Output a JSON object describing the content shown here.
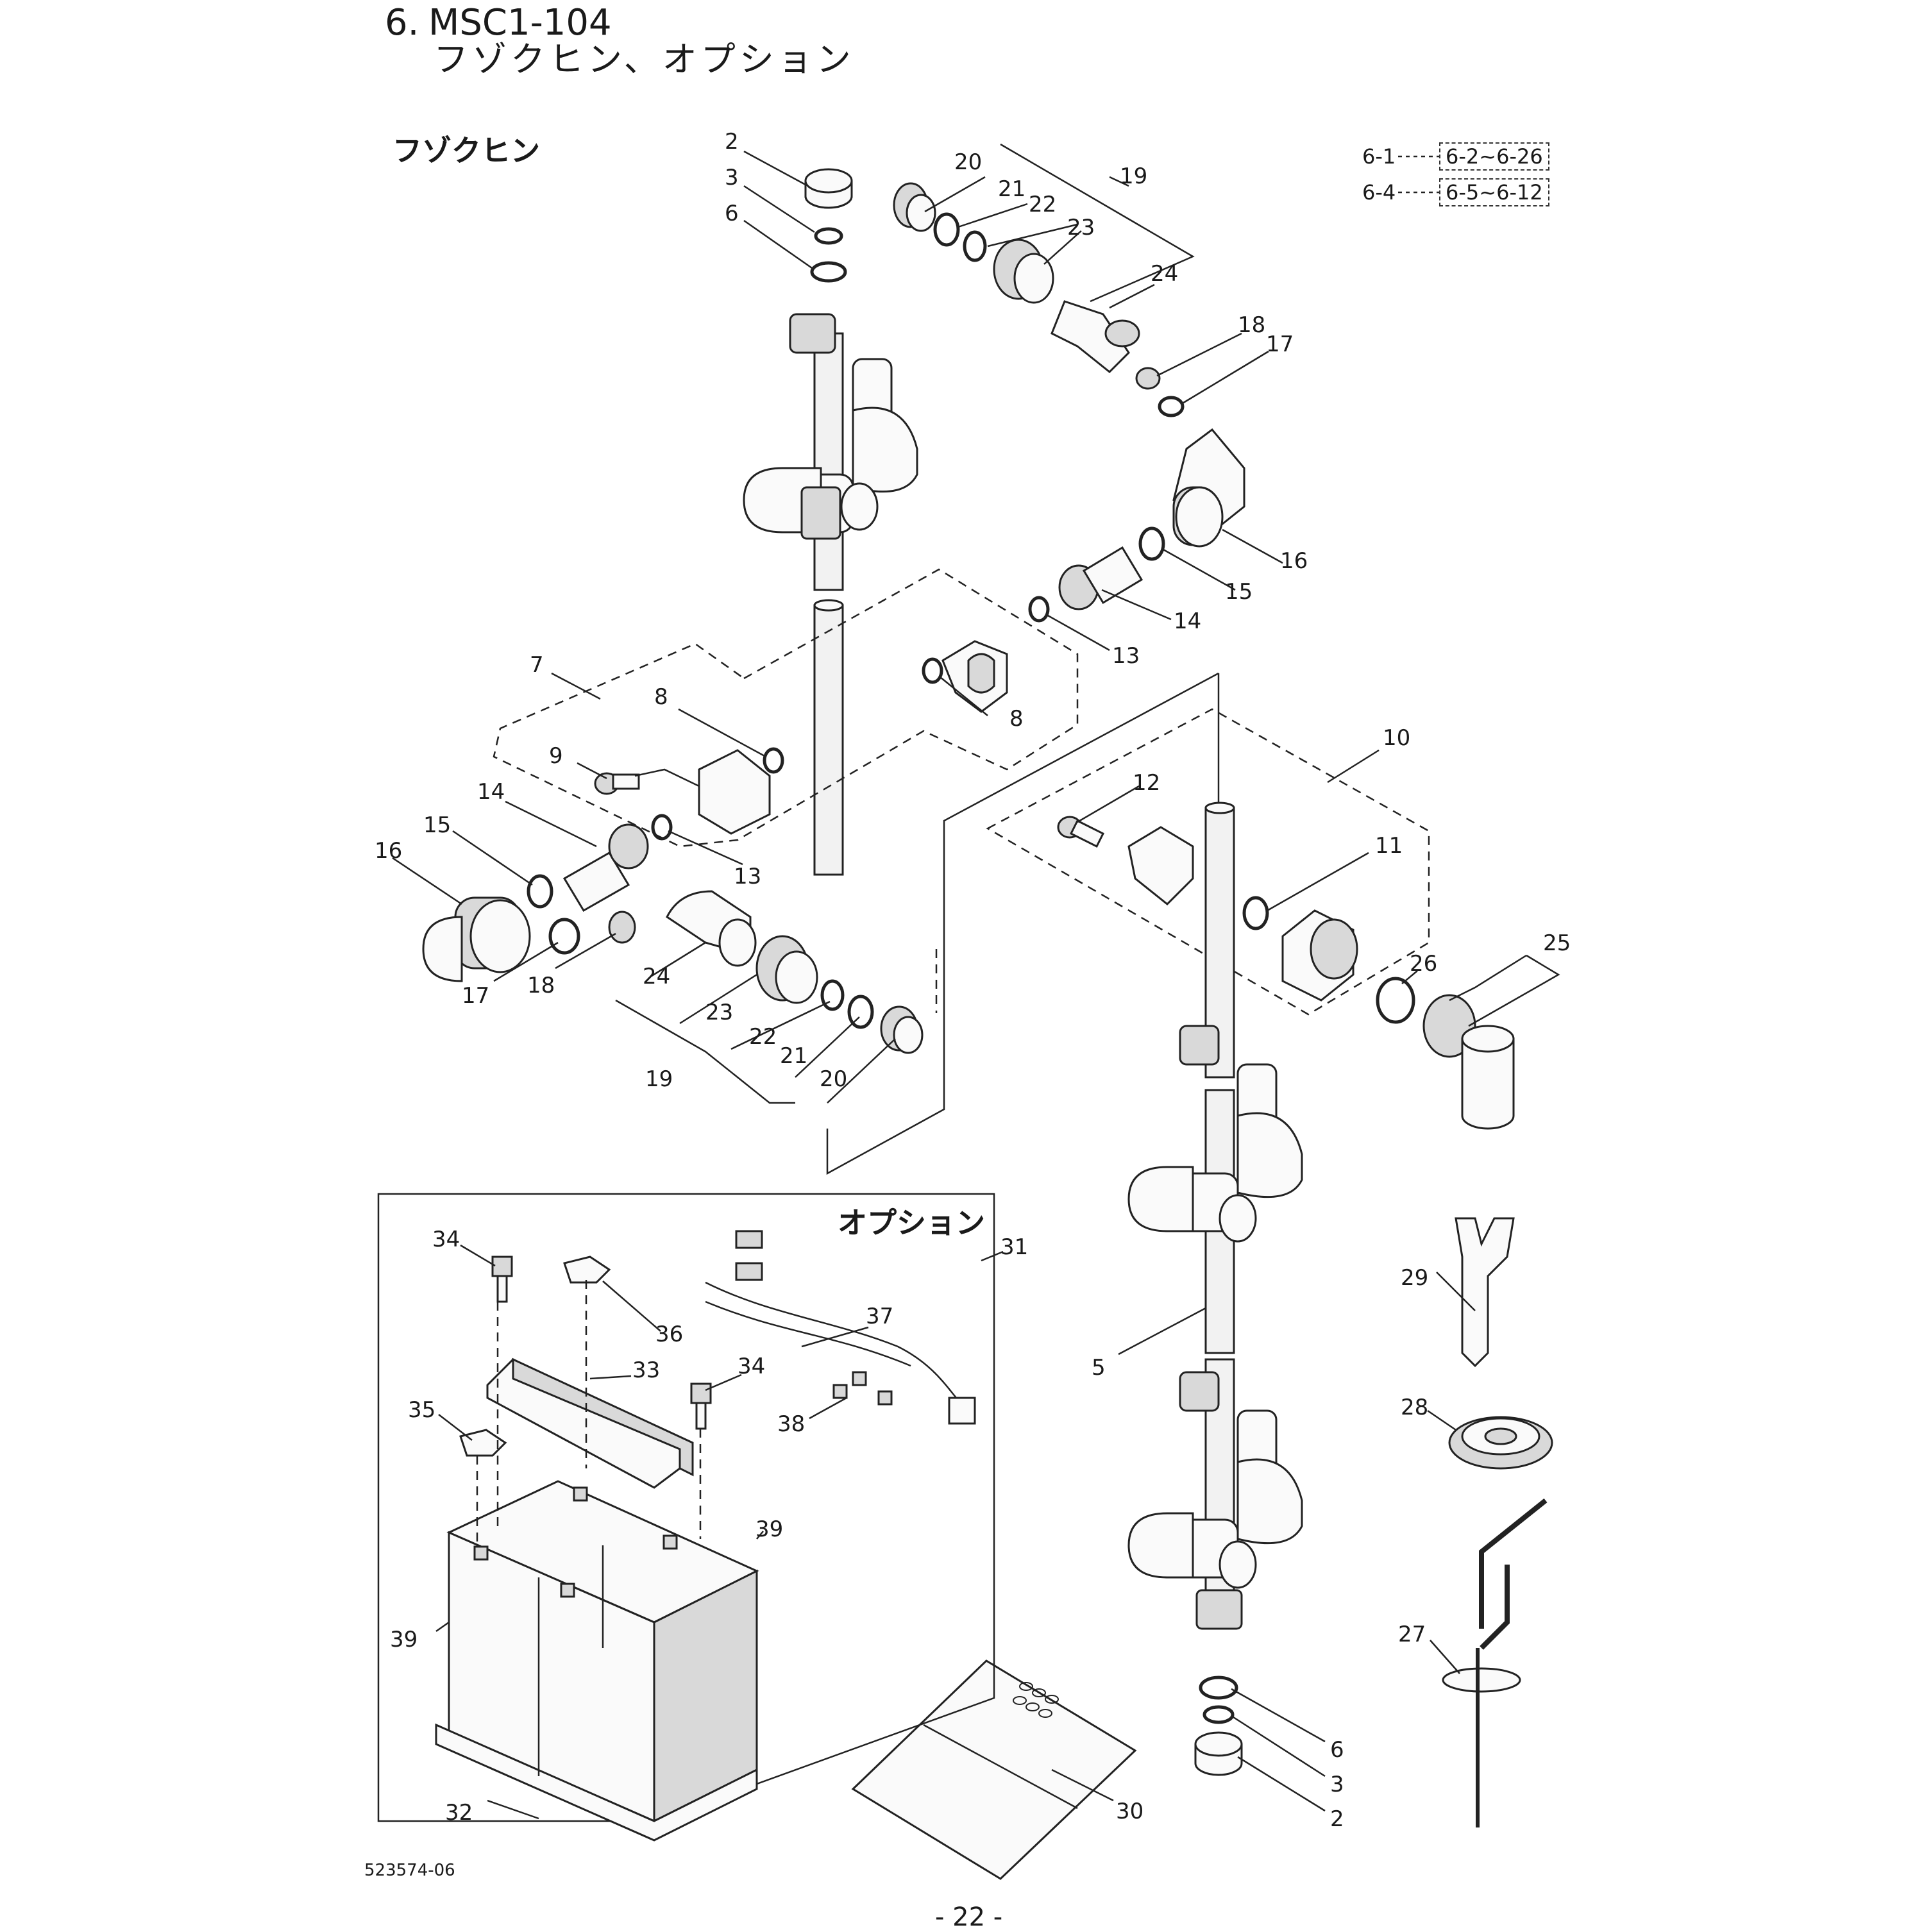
{
  "header": {
    "number": "6.",
    "model": "MSC1-104",
    "subtitle": "フゾクヒン、オプション"
  },
  "sections": {
    "accessories": "フゾクヒン",
    "options": "オプション"
  },
  "cross_refs": [
    {
      "from": "6-1",
      "to": "6-2~6-26"
    },
    {
      "from": "6-4",
      "to": "6-5~6-12"
    }
  ],
  "labels": {
    "n2a": "2",
    "n3a": "3",
    "n6a": "6",
    "n20a": "20",
    "n21a": "21",
    "n22a": "22",
    "n19a": "19",
    "n23a": "23",
    "n24a": "24",
    "n18a": "18",
    "n17a": "17",
    "n16a": "16",
    "n15a": "15",
    "n14a": "14",
    "n13a": "13",
    "n7": "7",
    "n8a": "8",
    "n8b": "8",
    "n9": "9",
    "n14b": "14",
    "n13b": "13",
    "n15b": "15",
    "n16b": "16",
    "n17b": "17",
    "n18b": "18",
    "n24b": "24",
    "n23b": "23",
    "n22b": "22",
    "n21b": "21",
    "n19b": "19",
    "n20b": "20",
    "n10": "10",
    "n12": "12",
    "n11": "11",
    "n25": "25",
    "n26": "26",
    "n31": "31",
    "n34a": "34",
    "n36": "36",
    "n37": "37",
    "n33": "33",
    "n34b": "34",
    "n35": "35",
    "n38": "38",
    "n39a": "39",
    "n39b": "39",
    "n32": "32",
    "n30": "30",
    "n5": "5",
    "n29": "29",
    "n28": "28",
    "n27": "27",
    "n6b": "6",
    "n3b": "3",
    "n2b": "2"
  },
  "footer": {
    "doc_code": "523574-06",
    "page": "- 22 -"
  }
}
